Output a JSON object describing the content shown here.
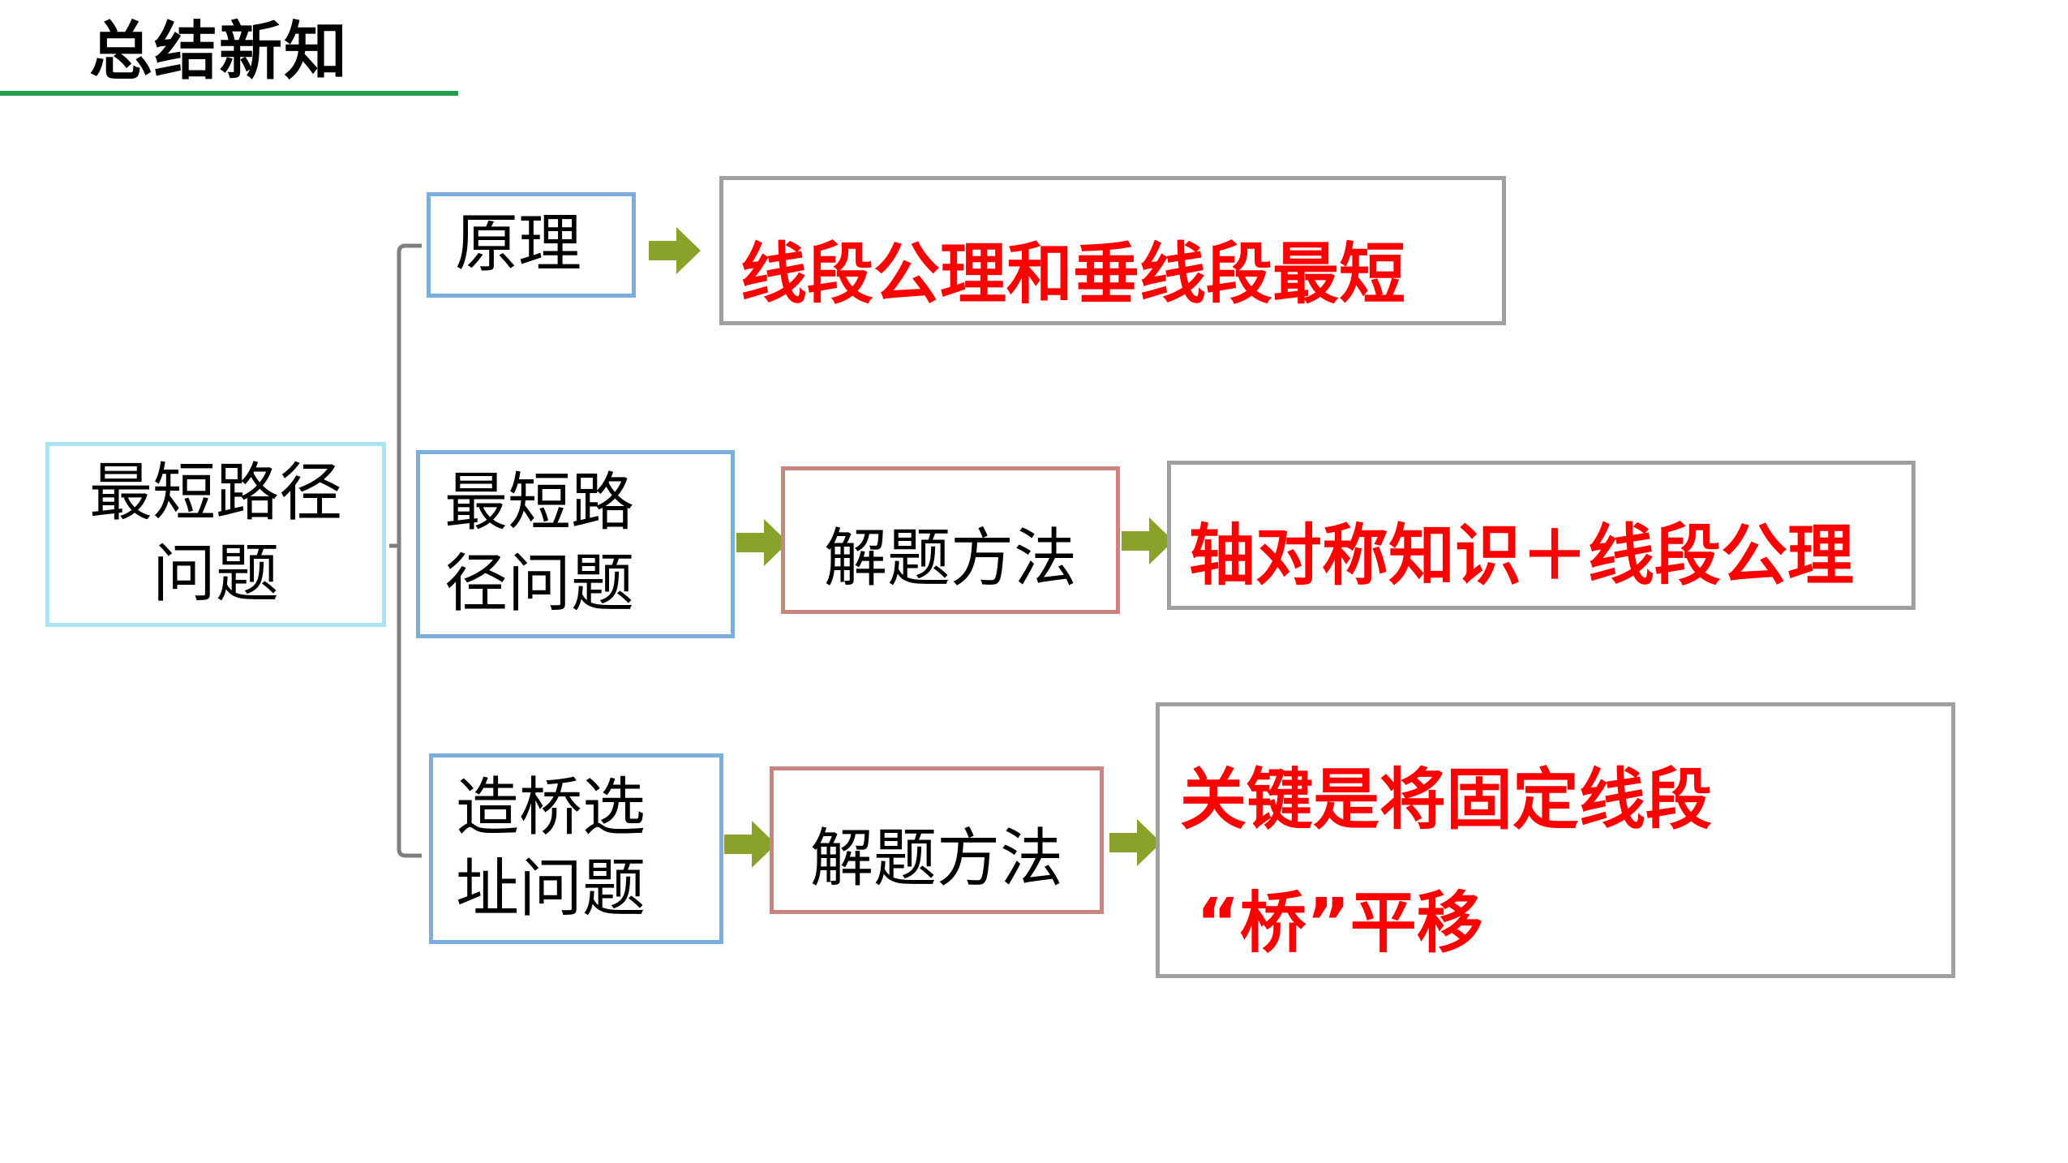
{
  "title": "总结新知",
  "root": {
    "line1": "最短路径",
    "line2": "问题"
  },
  "branches": {
    "principle": {
      "label": "原理",
      "result": "线段公理和垂线段最短"
    },
    "shortest_path": {
      "label_line1": "最短路",
      "label_line2": "径问题",
      "method": "解题方法",
      "result": "轴对称知识＋线段公理"
    },
    "bridge": {
      "label_line1": "造桥选",
      "label_line2": "址问题",
      "method": "解题方法",
      "result_line1": "关键是将固定线段",
      "result_line2": "“桥”平移"
    }
  },
  "colors": {
    "title_underline": "#22a04a",
    "root_border": "#a9e3f0",
    "topic_border": "#7aaede",
    "method_border": "#c9847f",
    "result_border": "#a0a0a0",
    "result_text": "#ff0000",
    "arrow": "#8aa12a",
    "bracket": "#7f7f7f"
  }
}
